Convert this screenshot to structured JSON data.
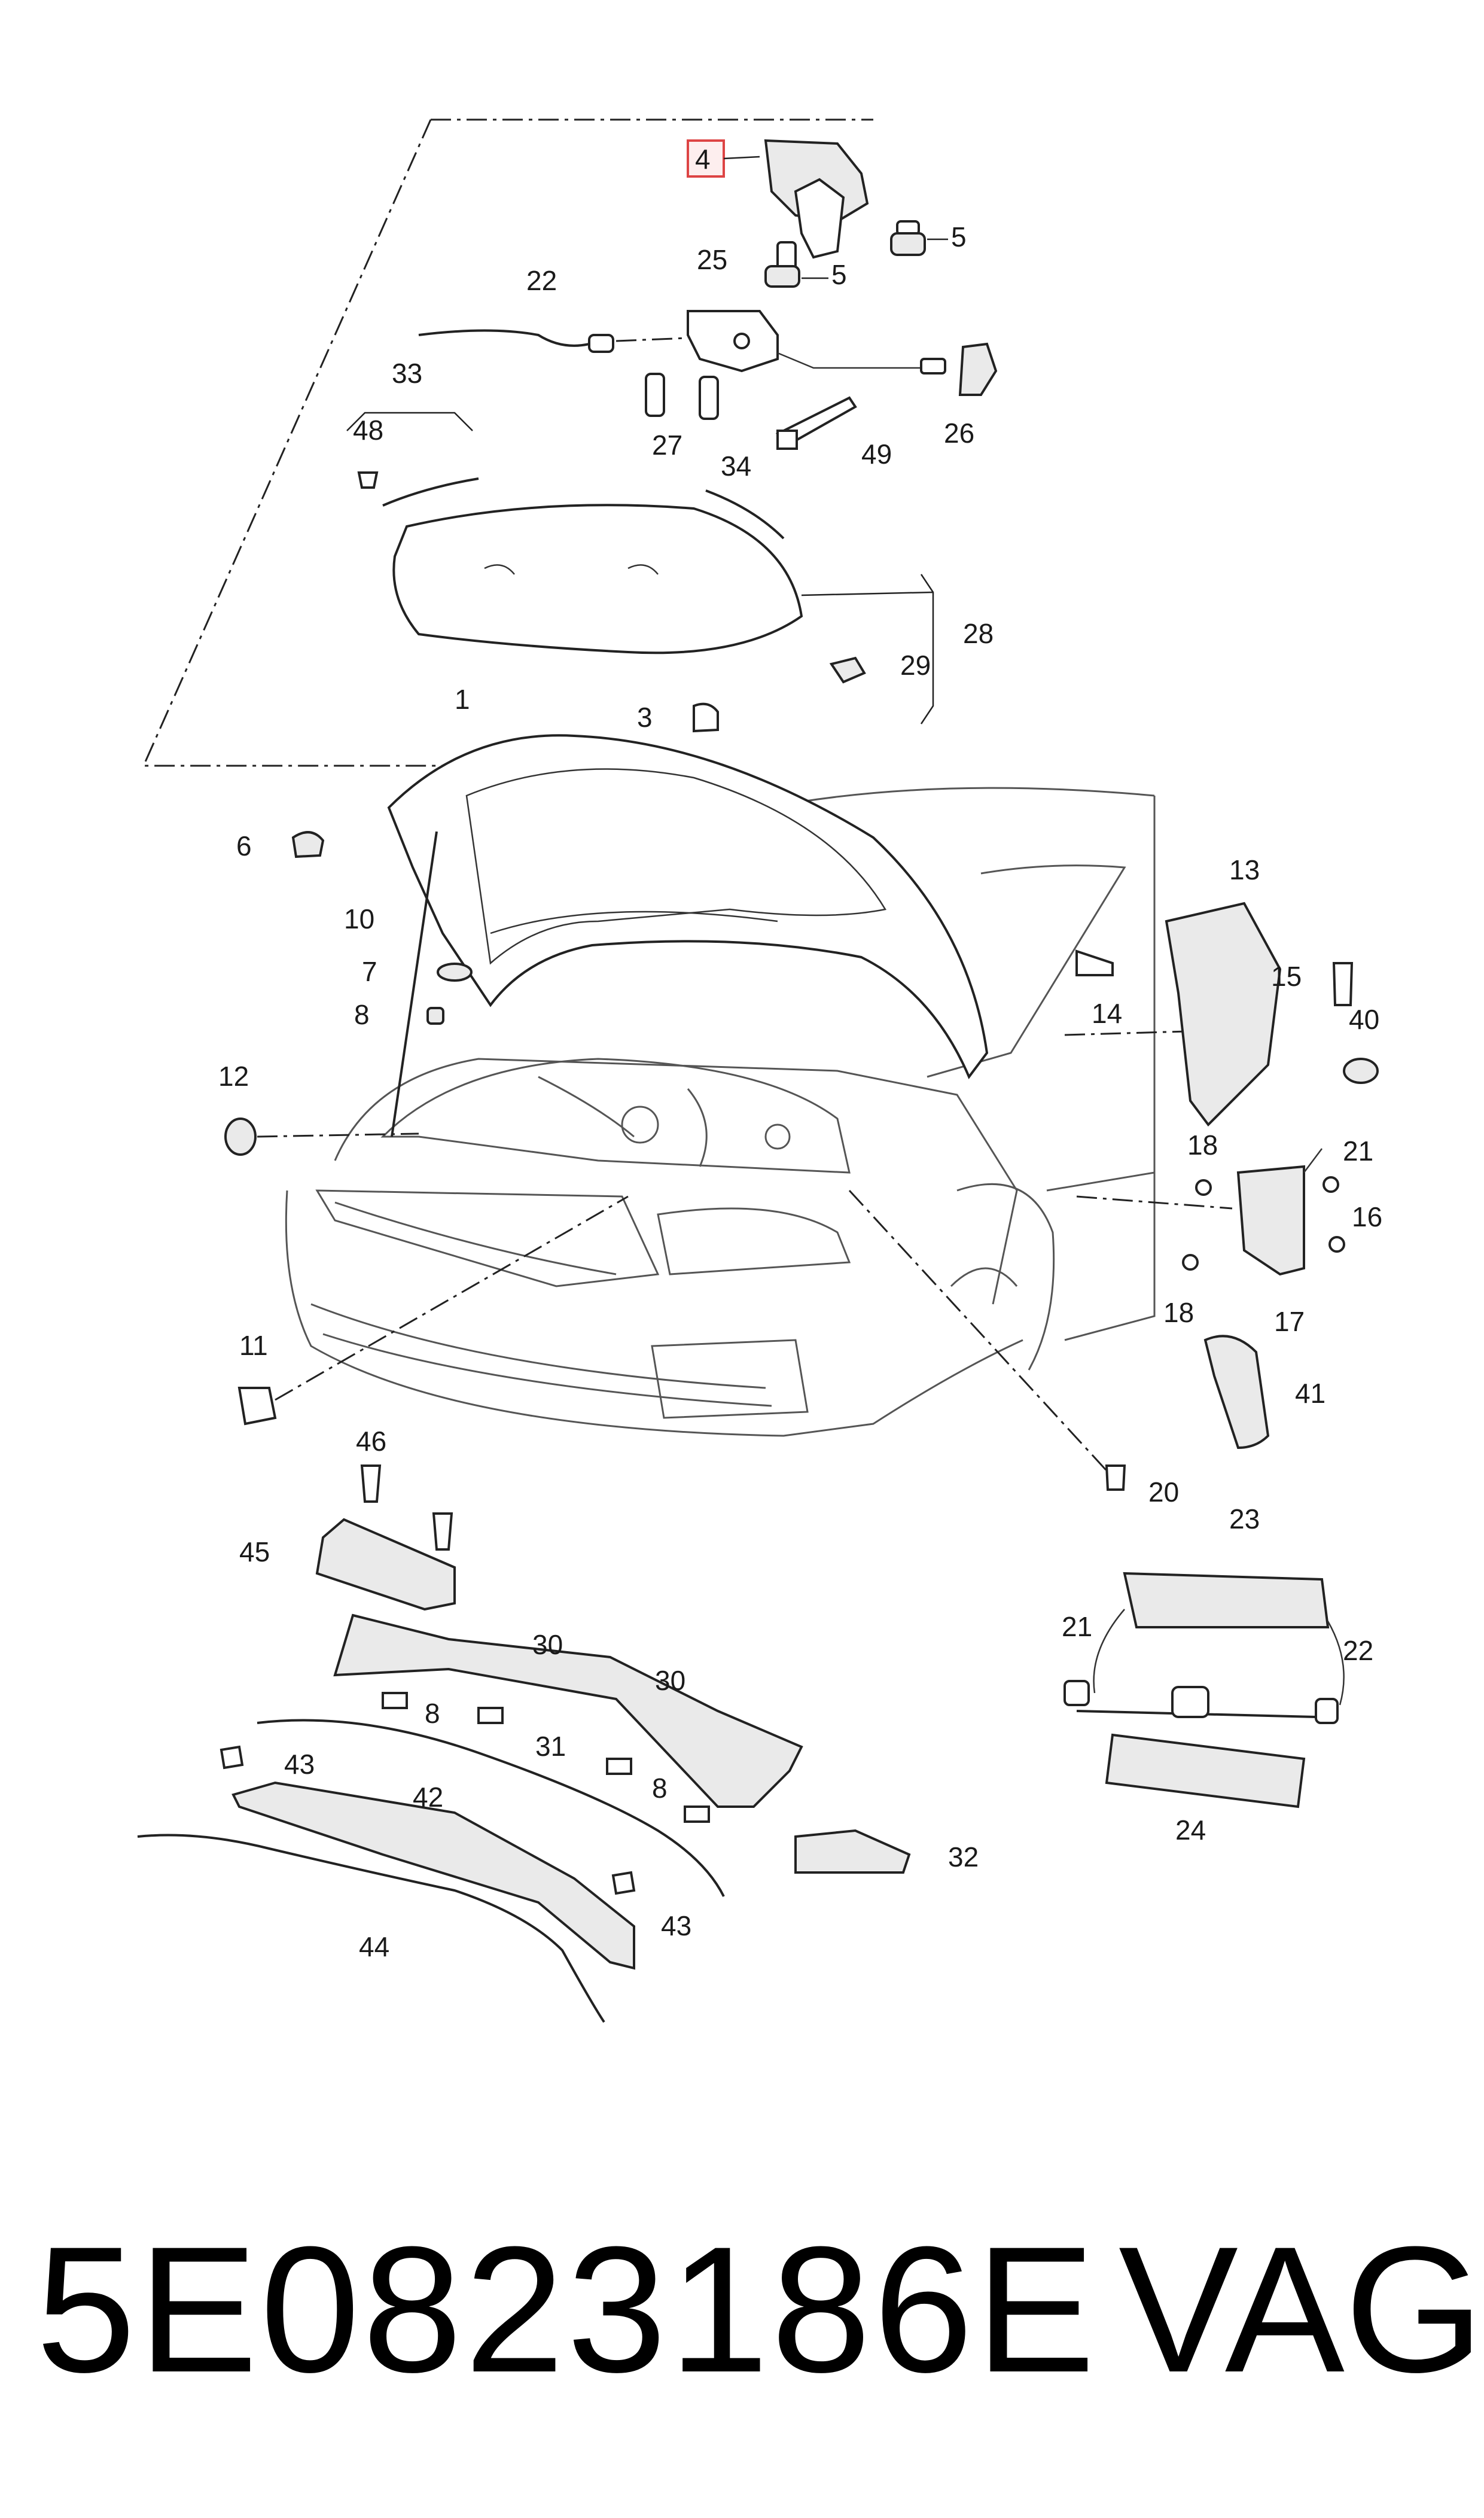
{
  "footer": {
    "part_number": "5E0823186E",
    "brand": "VAG"
  },
  "diagram": {
    "highlighted_callout": "4",
    "callouts": [
      "1",
      "3",
      "4",
      "5",
      "5",
      "6",
      "7",
      "8",
      "10",
      "11",
      "12",
      "13",
      "14",
      "15",
      "16",
      "17",
      "18",
      "18",
      "20",
      "21",
      "21",
      "22",
      "22",
      "23",
      "24",
      "25",
      "26",
      "27",
      "28",
      "29",
      "30",
      "30",
      "31",
      "32",
      "33",
      "34",
      "40",
      "41",
      "42",
      "43",
      "43",
      "44",
      "45",
      "46",
      "48",
      "49",
      "8",
      "8"
    ]
  }
}
